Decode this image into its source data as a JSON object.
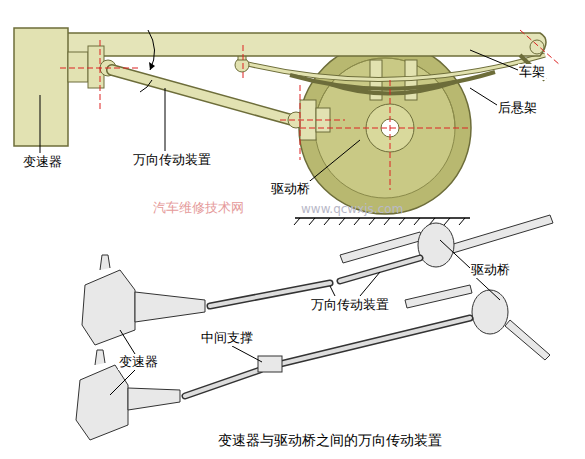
{
  "diagram": {
    "caption": "变速器与驱动桥之间的万向传动装置",
    "labels": [
      "变速器",
      "万向传动装置",
      "驱动桥",
      "车架",
      "后悬架",
      "汽车维修技术网",
      "www.qcwxjs.com",
      "驱动桥",
      "万向传动装置",
      "中间支撑",
      "变速器"
    ]
  }
}
